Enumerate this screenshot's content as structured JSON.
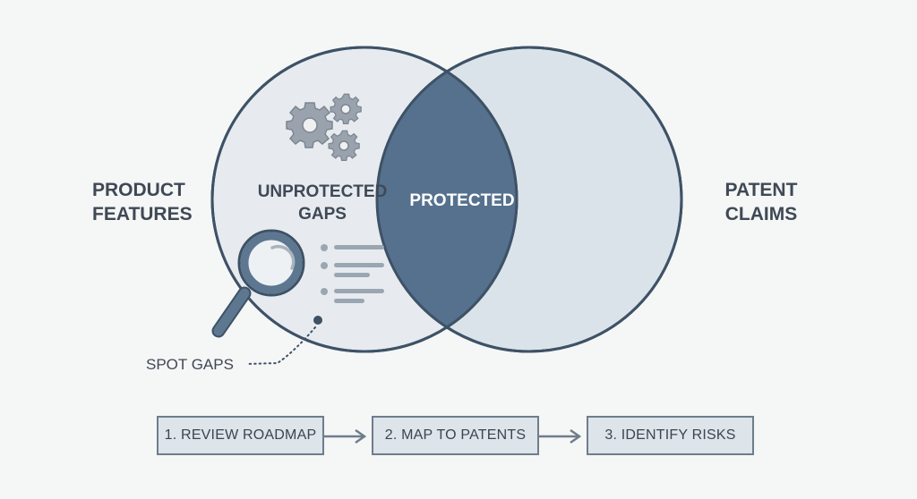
{
  "diagram": {
    "type": "venn",
    "sets": [
      {
        "name": "product-features",
        "label_line1": "PRODUCT",
        "label_line2": "FEATURES"
      },
      {
        "name": "patent-claims",
        "label_line1": "PATENT",
        "label_line2": "CLAIMS"
      }
    ],
    "regions": {
      "unprotected": {
        "line1": "UNPROTECTED",
        "line2": "GAPS"
      },
      "protected": {
        "label": "PROTECTED"
      }
    },
    "callout": {
      "label": "SPOT GAPS"
    },
    "colors": {
      "outline": "#3e5266",
      "left_fill": "#e6eaee",
      "right_fill": "#dbe3ea",
      "intersection_fill": "#56718e",
      "icon_gray": "#9aa3ad",
      "magnifier": "#58708a"
    },
    "icons": [
      "gears-icon",
      "magnifier-icon",
      "list-icon"
    ]
  },
  "steps": [
    {
      "label": "1. REVIEW ROADMAP"
    },
    {
      "label": "2. MAP TO PATENTS"
    },
    {
      "label": "3. IDENTIFY RISKS"
    }
  ]
}
